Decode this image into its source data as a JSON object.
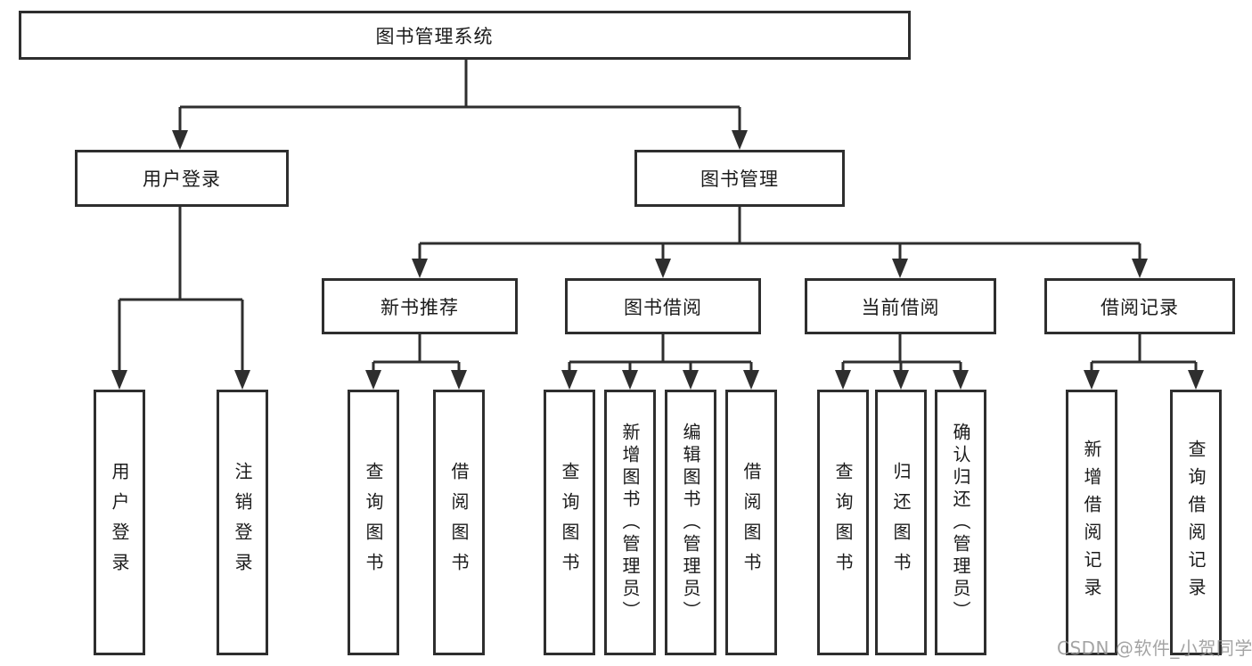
{
  "tree": {
    "label": "图书管理系统",
    "children": [
      {
        "label": "用户登录",
        "children": [
          "用户登录",
          "注销登录"
        ]
      },
      {
        "label": "图书管理",
        "children": [
          {
            "label": "新书推荐",
            "children": [
              "查询图书",
              "借阅图书"
            ]
          },
          {
            "label": "图书借阅",
            "children": [
              "查询图书",
              "新增图书（管理员）",
              "编辑图书（管理员）",
              "借阅图书"
            ]
          },
          {
            "label": "当前借阅",
            "children": [
              "查询图书",
              "归还图书",
              "确认归还（管理员）"
            ]
          },
          {
            "label": "借阅记录",
            "children": [
              "新增借阅记录",
              "查询借阅记录"
            ]
          }
        ]
      }
    ]
  },
  "watermark": {
    "text": "CSDN @软件_小贺同学"
  },
  "colors": {
    "line": "#2e2e2e",
    "box_border": "#2e2e2e",
    "text": "#1b1b1b",
    "background": "#ffffff",
    "watermark": "#949494"
  }
}
